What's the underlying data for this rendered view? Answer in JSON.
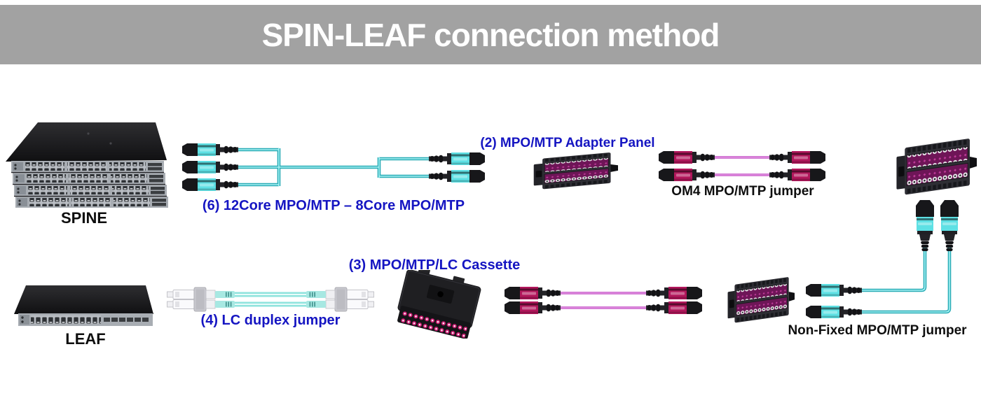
{
  "header": {
    "title": "SPIN-LEAF connection method"
  },
  "spine": {
    "label": "SPINE"
  },
  "leaf": {
    "label": "LEAF"
  },
  "harness": {
    "label": "(6) 12Core MPO/MTP – 8Core MPO/MTP"
  },
  "adapter_panel": {
    "label": "(2) MPO/MTP Adapter Panel"
  },
  "om4_jumper": {
    "label": "OM4 MPO/MTP jumper"
  },
  "cassette": {
    "label": "(3) MPO/MTP/LC Cassette"
  },
  "lc_jumper": {
    "label": "(4) LC duplex jumper"
  },
  "nonfixed_jumper": {
    "label": "Non-Fixed MPO/MTP jumper"
  },
  "colors": {
    "banner_bg": "#a2a2a2",
    "banner_text": "#ffffff",
    "blue_label": "#1515c2",
    "black_label": "#0e0e0e",
    "cyan_cable": "#2aacb6",
    "cyan_connector_body": "#5ee0e4",
    "magenta_cable": "#c44fc6",
    "crimson_connector_body": "#b2175c",
    "aqua_lc_cable": "#8fe3dd",
    "panel_port_magenta": "#6e1557"
  }
}
